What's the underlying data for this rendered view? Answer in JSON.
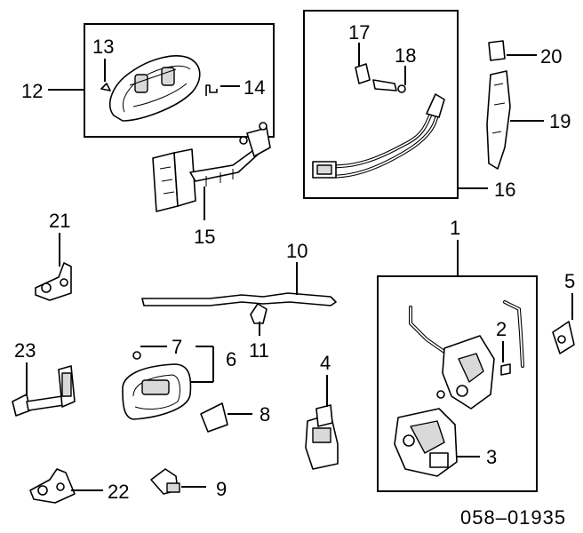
{
  "diagram_code": "058–01935",
  "callouts": {
    "c1": "1",
    "c2": "2",
    "c3": "3",
    "c4": "4",
    "c5": "5",
    "c6": "6",
    "c7": "7",
    "c8": "8",
    "c9": "9",
    "c10": "10",
    "c11": "11",
    "c12": "12",
    "c13": "13",
    "c14": "14",
    "c15": "15",
    "c16": "16",
    "c17": "17",
    "c18": "18",
    "c19": "19",
    "c20": "20",
    "c21": "21",
    "c22": "22",
    "c23": "23"
  }
}
